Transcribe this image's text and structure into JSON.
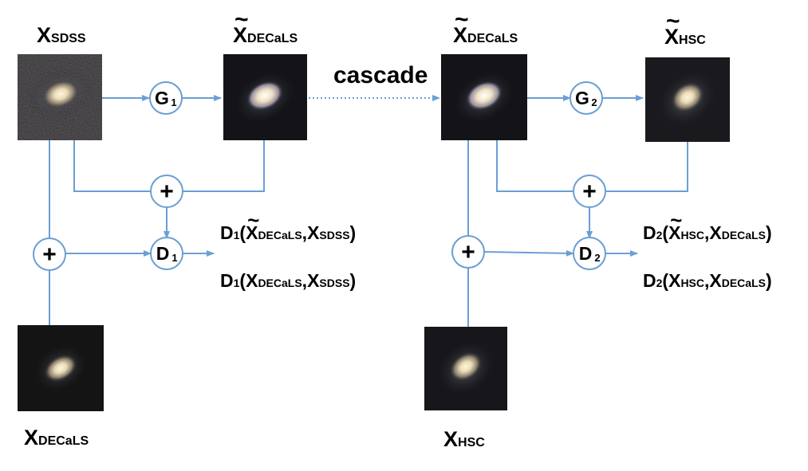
{
  "colors": {
    "arrow": "#6b9fd4",
    "node_fill": "#ffffff",
    "text": "#000000",
    "galaxy_bg": "#141414"
  },
  "labels": {
    "x_sdss": {
      "main": "X",
      "sub": "SDSS"
    },
    "x_decals_tilde_1": {
      "main": "X",
      "sub": "DECaLS"
    },
    "x_decals_tilde_2": {
      "main": "X",
      "sub": "DECaLS"
    },
    "x_hsc_tilde": {
      "main": "X",
      "sub": "HSC"
    },
    "x_decals": {
      "main": "X",
      "sub": "DECaLS"
    },
    "x_hsc": {
      "main": "X",
      "sub": "HSC"
    },
    "cascade": "cascade"
  },
  "nodes": {
    "g1": {
      "main": "G",
      "sub": "1"
    },
    "g2": {
      "main": "G",
      "sub": "2"
    },
    "d1": {
      "main": "D",
      "sub": "1"
    },
    "d2": {
      "main": "D",
      "sub": "2"
    },
    "plus": "+"
  },
  "expressions": {
    "d1_fake": {
      "fn": "D",
      "fn_sub": "1",
      "open": "(",
      "a_main": "X",
      "a_sub": "DECaLS",
      "sep": ",",
      "b_main": "X",
      "b_sub": "SDSS",
      "close": ")"
    },
    "d1_real": {
      "fn": "D",
      "fn_sub": "1",
      "open": "(",
      "a_main": "X",
      "a_sub": "DECaLS",
      "sep": ",",
      "b_main": "X",
      "b_sub": "SDSS",
      "close": ")"
    },
    "d2_fake": {
      "fn": "D",
      "fn_sub": "2",
      "open": "(",
      "a_main": "X",
      "a_sub": "HSC",
      "sep": ",",
      "b_main": "X",
      "b_sub": "DECaLS",
      "close": ")"
    },
    "d2_real": {
      "fn": "D",
      "fn_sub": "2",
      "open": "(",
      "a_main": "X",
      "a_sub": "HSC",
      "sep": ",",
      "b_main": "X",
      "b_sub": "DECaLS",
      "close": ")"
    }
  },
  "icons": {
    "galaxy_sdss": "galaxy-image-icon",
    "galaxy_decals_fake": "galaxy-image-icon",
    "galaxy_decals_input": "galaxy-image-icon",
    "galaxy_hsc_fake": "galaxy-image-icon",
    "galaxy_decals_real": "galaxy-image-icon",
    "galaxy_hsc_real": "galaxy-image-icon"
  }
}
